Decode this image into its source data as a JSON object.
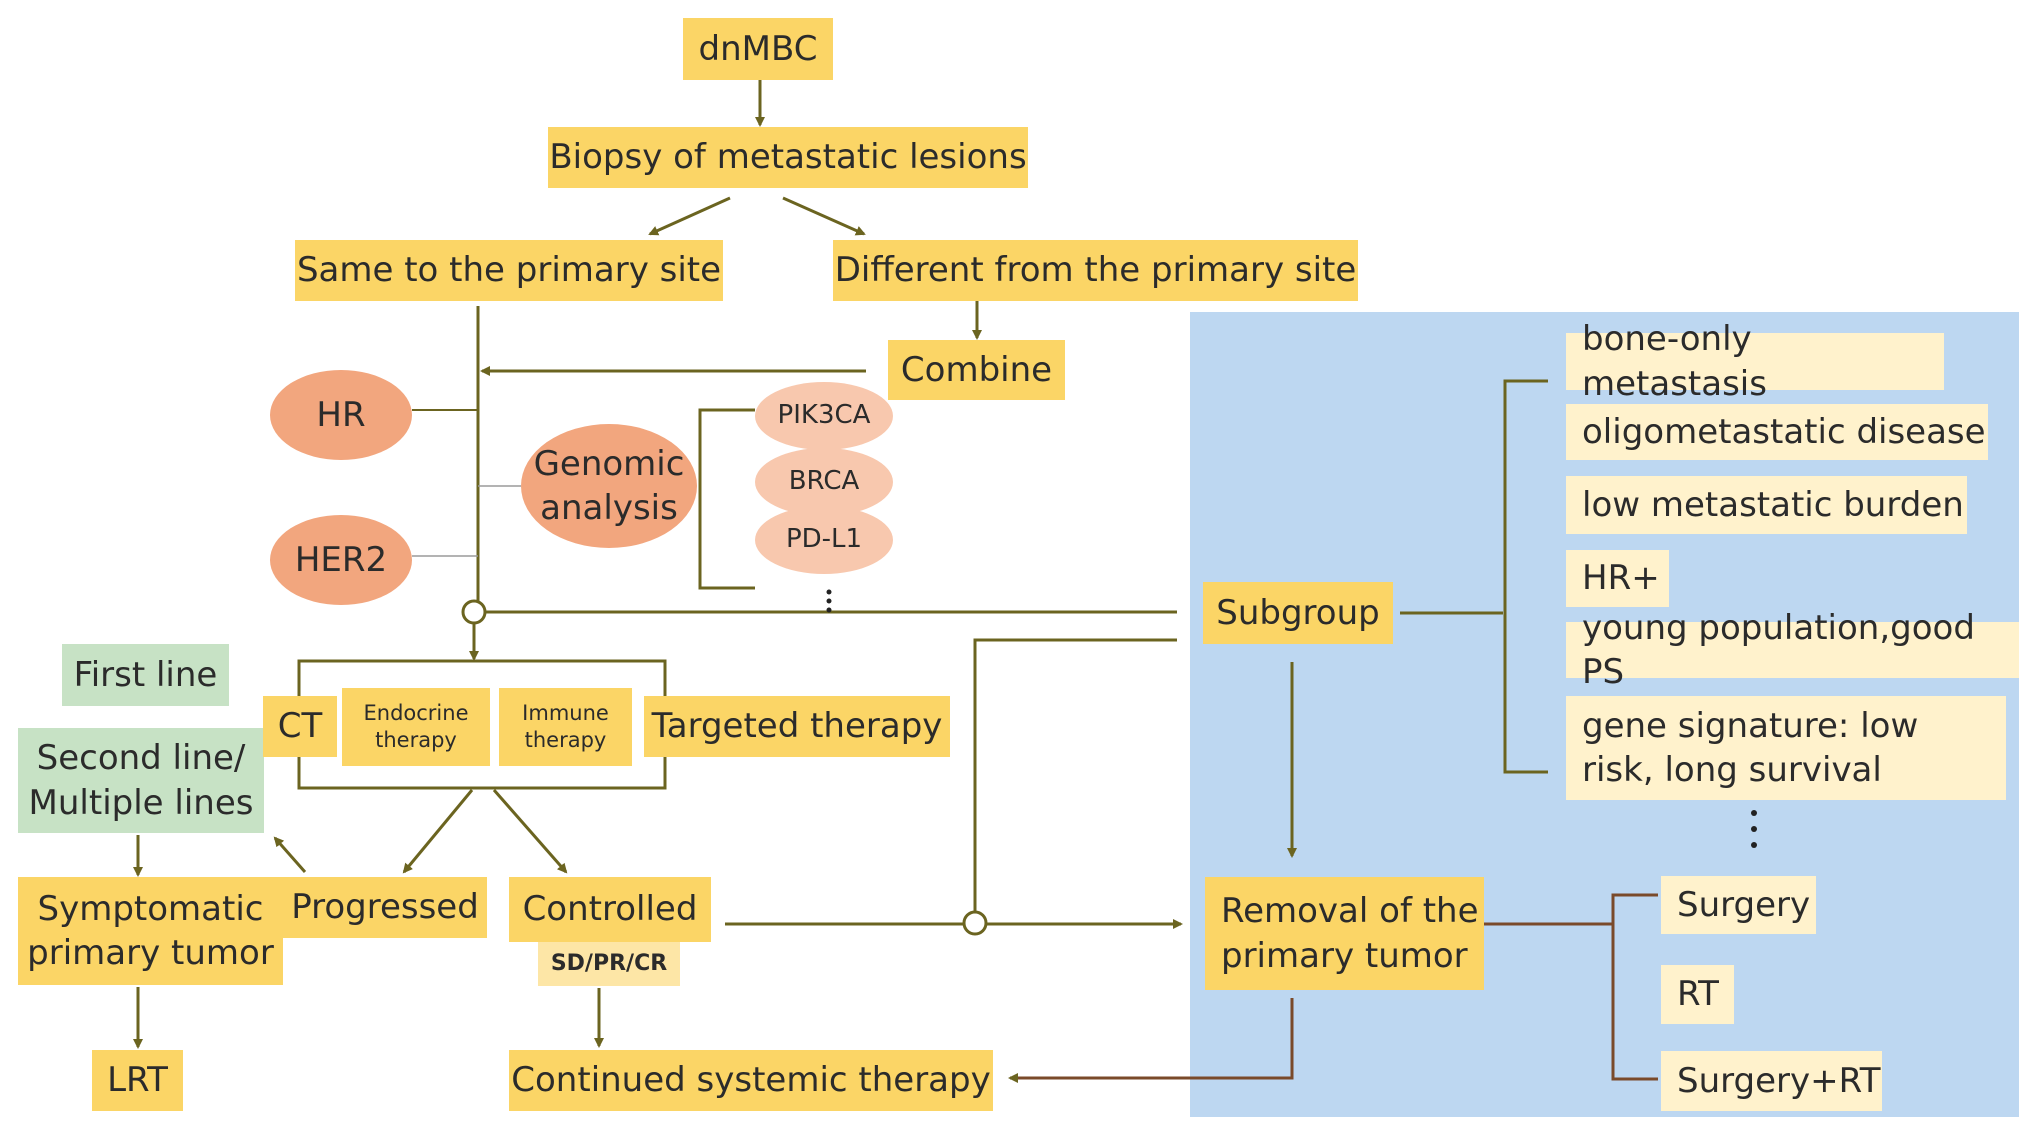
{
  "diagram": {
    "colors": {
      "primary_box": "#fbd566",
      "line_box": "#c7e2c5",
      "marker_node": "#f2a67e",
      "gene_node": "#f8c8ae",
      "subgroup_panel": "#bdd7f1",
      "criteria_box": "#fff2cc",
      "connector": "#6b6420"
    },
    "start": "dnMBC",
    "biopsy": "Biopsy of metastatic lesions",
    "same_site": "Same to the primary site",
    "different_site": "Different from the primary site",
    "combine": "Combine",
    "markers": [
      "HR",
      "HER2"
    ],
    "genomic": {
      "line1": "Genomic",
      "line2": "analysis"
    },
    "genes": [
      "PIK3CA",
      "BRCA",
      "PD-L1"
    ],
    "ellipsis": "⋮",
    "lines": {
      "first": "First line",
      "second_l1": "Second line/",
      "second_l2": "Multiple lines"
    },
    "therapies": {
      "ct": "CT",
      "endocrine_l1": "Endocrine",
      "endocrine_l2": "therapy",
      "immune_l1": "Immune",
      "immune_l2": "therapy",
      "targeted": "Targeted therapy"
    },
    "outcomes": {
      "symptomatic_l1": "Symptomatic",
      "symptomatic_l2": "primary tumor",
      "progressed": "Progressed",
      "controlled": "Controlled",
      "response": "SD/PR/CR",
      "lrt": "LRT",
      "continued": "Continued systemic therapy"
    },
    "subgroup": {
      "label": "Subgroup",
      "criteria": [
        "bone-only metastasis",
        "oligometastatic disease",
        "low metastatic burden",
        "HR+",
        "young population,good PS",
        "gene signature: low risk, long survival"
      ]
    },
    "removal": {
      "line1": "Removal of the",
      "line2": "primary tumor",
      "options": [
        "Surgery",
        "RT",
        "Surgery+RT"
      ]
    }
  }
}
